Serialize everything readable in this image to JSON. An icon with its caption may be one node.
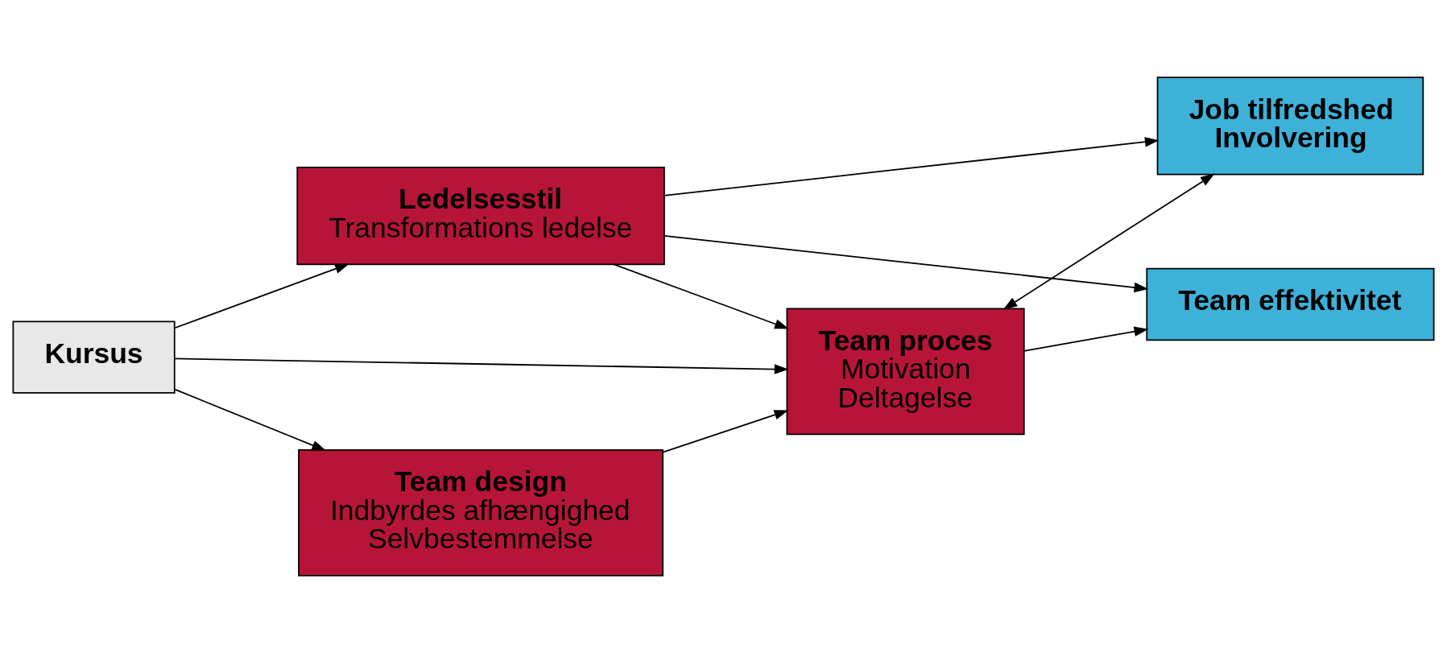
{
  "diagram": {
    "nodes": [
      {
        "text": [
          "Kursus"
        ]
      },
      {
        "text": [
          "Ledelsesstil",
          "Transformations ledelse"
        ]
      },
      {
        "text": [
          "Job tilfredshed",
          "Involvering"
        ]
      },
      {
        "text": [
          "Team design",
          "Indbyrdes afhængighed",
          "Selvbestemmelse"
        ]
      },
      {
        "text": [
          "Team proces",
          "Motivation",
          "Deltagelse"
        ]
      },
      {
        "text": [
          "Team effektivitet"
        ]
      }
    ],
    "edges": [
      {
        "from": 0,
        "to": 1,
        "arrow": "to"
      },
      {
        "from": 0,
        "to": 3,
        "arrow": "to"
      },
      {
        "from": 0,
        "to": 4,
        "arrow": "to"
      },
      {
        "from": 1,
        "to": 2,
        "arrow": "to"
      },
      {
        "from": 1,
        "to": 4,
        "arrow": "to"
      },
      {
        "from": 1,
        "to": 5,
        "arrow": "to"
      },
      {
        "from": 4,
        "to": 2,
        "arrow": "both"
      },
      {
        "from": 3,
        "to": 4,
        "arrow": "to"
      },
      {
        "from": 4,
        "to": 5,
        "arrow": "to"
      }
    ]
  }
}
